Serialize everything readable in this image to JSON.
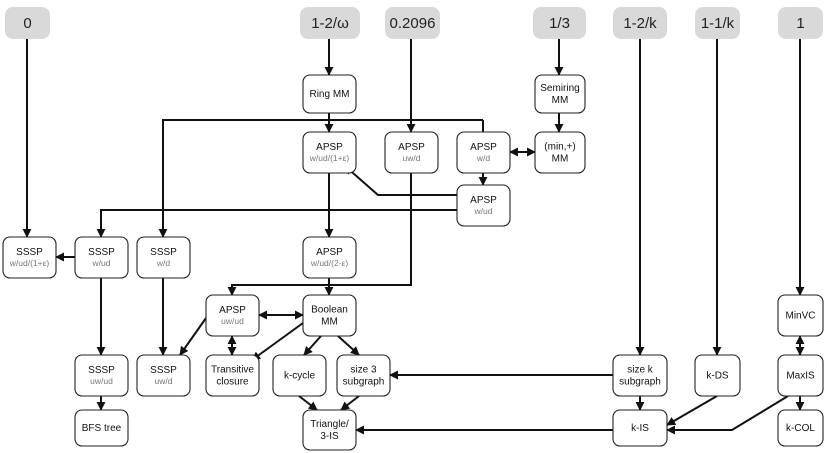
{
  "headers": [
    {
      "id": "h0",
      "label": "0"
    },
    {
      "id": "h1",
      "label": "1-2/ω"
    },
    {
      "id": "h2",
      "label": "0.2096"
    },
    {
      "id": "h3",
      "label": "1/3"
    },
    {
      "id": "h4",
      "label": "1-2/k"
    },
    {
      "id": "h5",
      "label": "1-1/k"
    },
    {
      "id": "h6",
      "label": "1"
    }
  ],
  "nodes": [
    {
      "id": "ringmm",
      "lines": [
        "Ring MM"
      ],
      "sub": ""
    },
    {
      "id": "semiring",
      "lines": [
        "Semiring",
        "MM"
      ],
      "sub": ""
    },
    {
      "id": "apsp_wud1e",
      "lines": [
        "APSP"
      ],
      "sub": "w/ud/(1+ε)"
    },
    {
      "id": "apsp_uwd",
      "lines": [
        "APSP"
      ],
      "sub": "uw/d"
    },
    {
      "id": "apsp_wd",
      "lines": [
        "APSP"
      ],
      "sub": "w/d"
    },
    {
      "id": "minplus",
      "lines": [
        "(min,+)",
        "MM"
      ],
      "sub": ""
    },
    {
      "id": "apsp_wud",
      "lines": [
        "APSP"
      ],
      "sub": "w/ud"
    },
    {
      "id": "sssp_wud1e",
      "lines": [
        "SSSP"
      ],
      "sub": "w/ud/(1+ε)"
    },
    {
      "id": "sssp_wud",
      "lines": [
        "SSSP"
      ],
      "sub": "w/ud"
    },
    {
      "id": "sssp_wd",
      "lines": [
        "SSSP"
      ],
      "sub": "w/d"
    },
    {
      "id": "apsp_wud2e",
      "lines": [
        "APSP"
      ],
      "sub": "w/ud/(2-ε)"
    },
    {
      "id": "apsp_uwud",
      "lines": [
        "APSP"
      ],
      "sub": "uw/ud"
    },
    {
      "id": "boolmm",
      "lines": [
        "Boolean",
        "MM"
      ],
      "sub": ""
    },
    {
      "id": "minvc",
      "lines": [
        "MinVC"
      ],
      "sub": ""
    },
    {
      "id": "sssp_uwud",
      "lines": [
        "SSSP"
      ],
      "sub": "uw/ud"
    },
    {
      "id": "sssp_uwd",
      "lines": [
        "SSSP"
      ],
      "sub": "uw/d"
    },
    {
      "id": "transclosure",
      "lines": [
        "Transitive",
        "closure"
      ],
      "sub": ""
    },
    {
      "id": "kcycle",
      "lines": [
        "k-cycle"
      ],
      "sub": ""
    },
    {
      "id": "size3",
      "lines": [
        "size 3",
        "subgraph"
      ],
      "sub": ""
    },
    {
      "id": "sizek",
      "lines": [
        "size k",
        "subgraph"
      ],
      "sub": ""
    },
    {
      "id": "kds",
      "lines": [
        "k-DS"
      ],
      "sub": ""
    },
    {
      "id": "maxis",
      "lines": [
        "MaxIS"
      ],
      "sub": ""
    },
    {
      "id": "bfstree",
      "lines": [
        "BFS tree"
      ],
      "sub": ""
    },
    {
      "id": "triangle",
      "lines": [
        "Triangle/",
        "3-IS"
      ],
      "sub": ""
    },
    {
      "id": "kis",
      "lines": [
        "k-IS"
      ],
      "sub": ""
    },
    {
      "id": "kcol",
      "lines": [
        "k-COL"
      ],
      "sub": ""
    }
  ]
}
